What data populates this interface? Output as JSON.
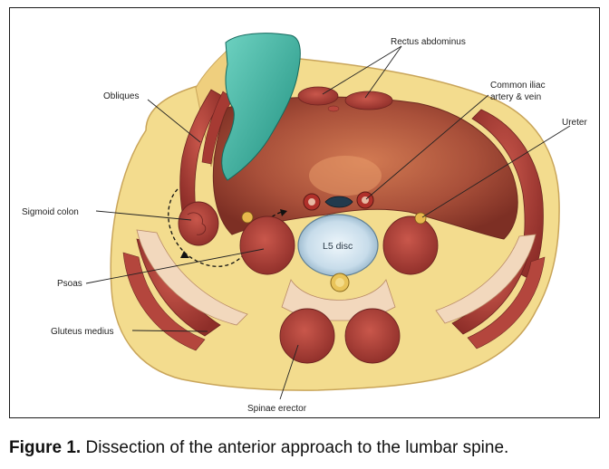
{
  "figure": {
    "labels": {
      "rectus_abdominus": "Rectus abdominus",
      "obliques": "Obliques",
      "common_iliac_line1": "Common iliac",
      "common_iliac_line2": "artery & vein",
      "ureter": "Ureter",
      "sigmoid_colon": "Sigmoid colon",
      "psoas": "Psoas",
      "gluteus_medius": "Gluteus medius",
      "spinae_erector": "Spinae erector",
      "l5_disc": "L5 disc"
    },
    "colors": {
      "skin_fat": "#f3dc8e",
      "muscle": "#b8463d",
      "muscle_dark": "#8f2f2a",
      "peritoneum": "#a95438",
      "disc": "#cfe3ef",
      "bone": "#f2d8bd",
      "retractor": "#3fb5a3"
    }
  },
  "caption": {
    "prefix": "Figure 1.",
    "text": " Dissection of the anterior approach to the lumbar spine."
  }
}
